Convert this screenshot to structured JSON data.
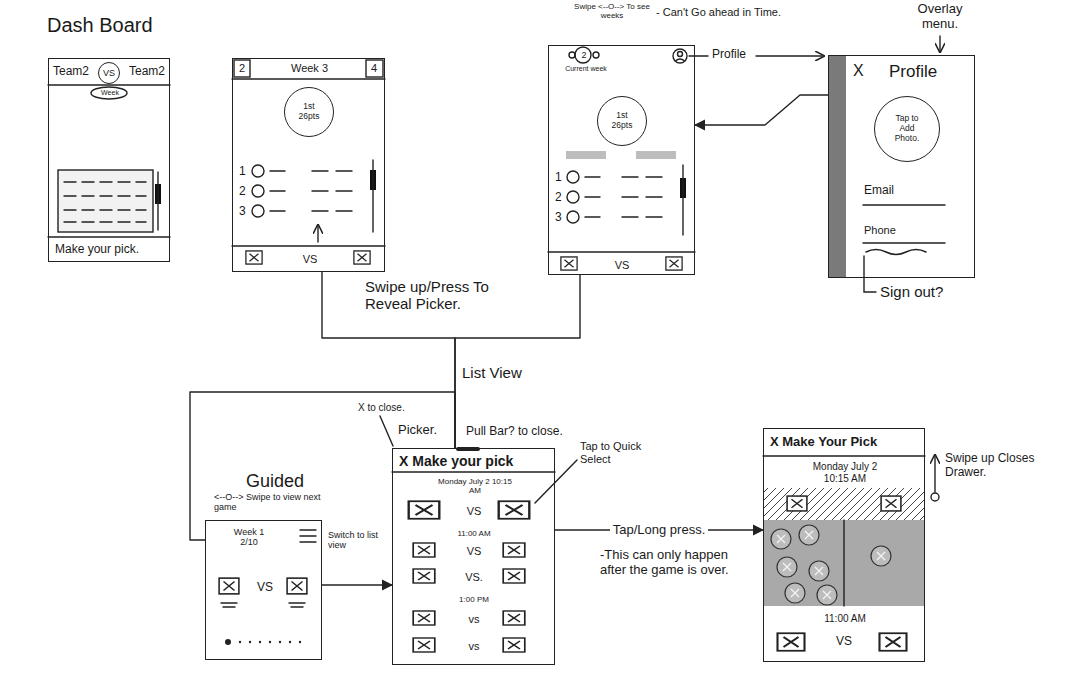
{
  "diagram": {
    "nodes": [
      {
        "text": [
          "Dash Board",
          "Team2",
          "Team2",
          "Week",
          "Make your pick."
        ]
      },
      {
        "text": [
          "VS"
        ],
        "in": 0
      },
      {
        "text": [
          "2",
          "Week 3",
          "4",
          "1",
          "2",
          "3",
          "VS"
        ]
      },
      {
        "text": [
          "1st 26pts"
        ],
        "in": 2
      },
      {
        "text": [
          "2",
          "Current week",
          "1",
          "2",
          "3",
          "VS"
        ]
      },
      {
        "text": [
          "1st 26pts"
        ],
        "in": 4
      },
      {
        "text": [
          "X",
          "Profile",
          "Email",
          "Phone"
        ]
      },
      {
        "text": [
          "Tap to Add Photo."
        ],
        "in": 6
      },
      {
        "text": [
          "Guided",
          "Week 1 2/10",
          "VS"
        ]
      },
      {
        "text": [
          "X Make your pick",
          "Monday July 2 10:15 AM",
          "VS",
          "11:00 AM",
          "VS",
          "VS.",
          "1:00 PM",
          "vs",
          "vs"
        ]
      },
      {
        "text": [
          "X Make Your Pick",
          "Monday July 2 10:15 AM",
          "11:00 AM",
          "VS"
        ]
      }
    ],
    "edges": [
      {
        "from": 2,
        "to": 9,
        "arrow": "none"
      },
      {
        "from": 4,
        "to": 9,
        "arrow": "none"
      },
      {
        "from": 8,
        "to": 9,
        "arrow": "none"
      },
      {
        "from": 8,
        "to": 9,
        "arrow": "to"
      },
      {
        "from": 9,
        "to": 10,
        "label": "Tap/Long press.",
        "arrow": "to"
      },
      {
        "from": 6,
        "to": 4,
        "arrow": "to"
      }
    ],
    "labels": [
      "Swipe <--O--> To see weeks",
      "- Can't Go ahead in Time.",
      "Profile",
      "Overlay menu.",
      "Sign out?",
      "Swipe up/Press To Reveal Picker.",
      "List View",
      "X to close.",
      "Picker.",
      "Pull Bar? to close.",
      "<--O--> Swipe to view next game",
      "Switch to list view",
      "Tap to Quick Select",
      "-This can only happen after the game is over.",
      "Swipe up Closes Drawer."
    ]
  }
}
